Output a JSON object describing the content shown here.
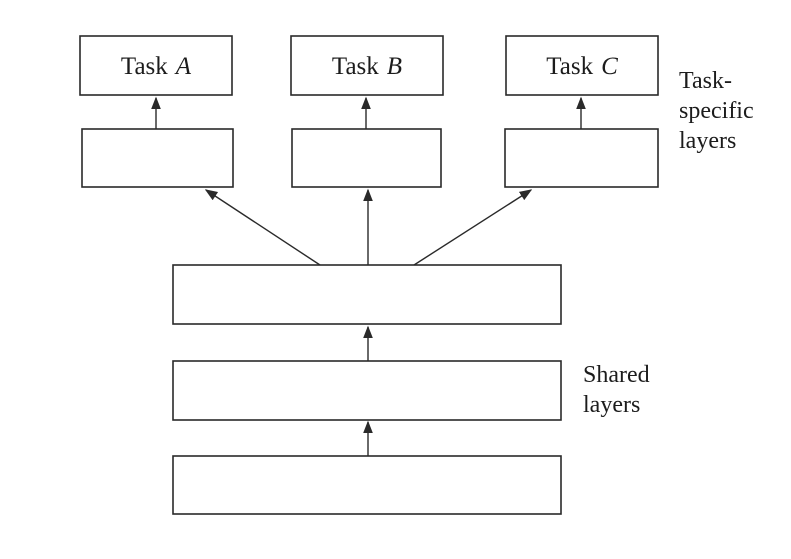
{
  "diagram": {
    "colors": {
      "stroke": "#2a2a2a",
      "text": "#1c1c1c",
      "background": "#ffffff"
    },
    "tasks": [
      {
        "prefix": "Task",
        "variable": "A"
      },
      {
        "prefix": "Task",
        "variable": "B"
      },
      {
        "prefix": "Task",
        "variable": "C"
      }
    ],
    "annotations": {
      "task_specific": {
        "lines": [
          "Task-",
          "specific",
          "layers"
        ]
      },
      "shared": {
        "lines": [
          "Shared",
          "layers"
        ]
      }
    }
  }
}
